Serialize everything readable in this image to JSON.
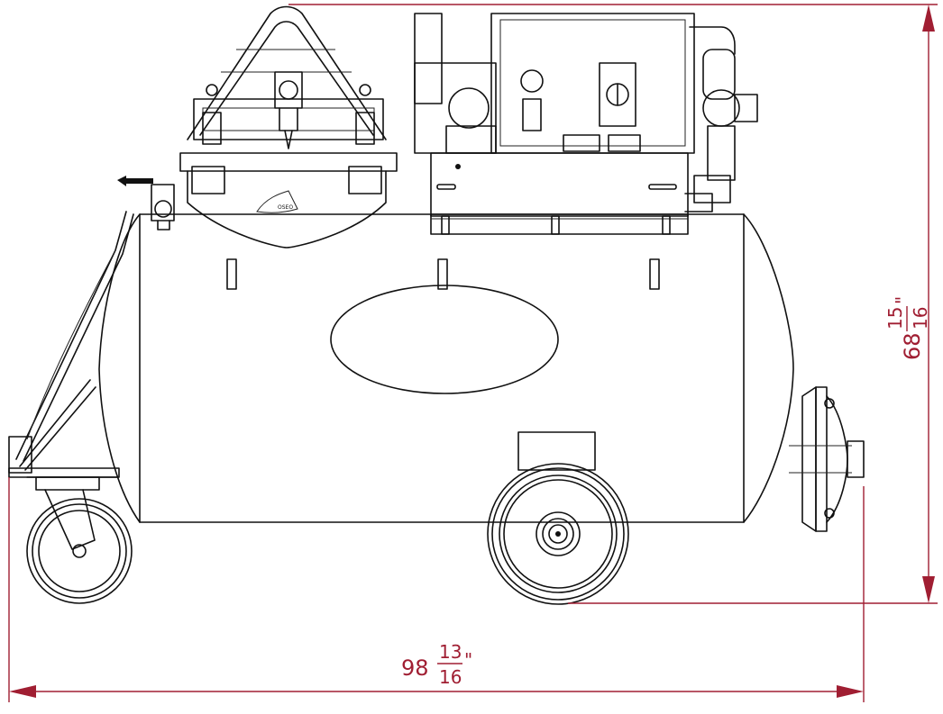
{
  "dimensions": {
    "width": {
      "whole": "98",
      "num": "13",
      "den": "16",
      "unit": "\""
    },
    "height": {
      "whole": "68",
      "num": "15",
      "den": "16",
      "unit": "\""
    }
  },
  "colors": {
    "dimension": "#a01e32",
    "linework": "#111111",
    "background": "#ffffff"
  }
}
